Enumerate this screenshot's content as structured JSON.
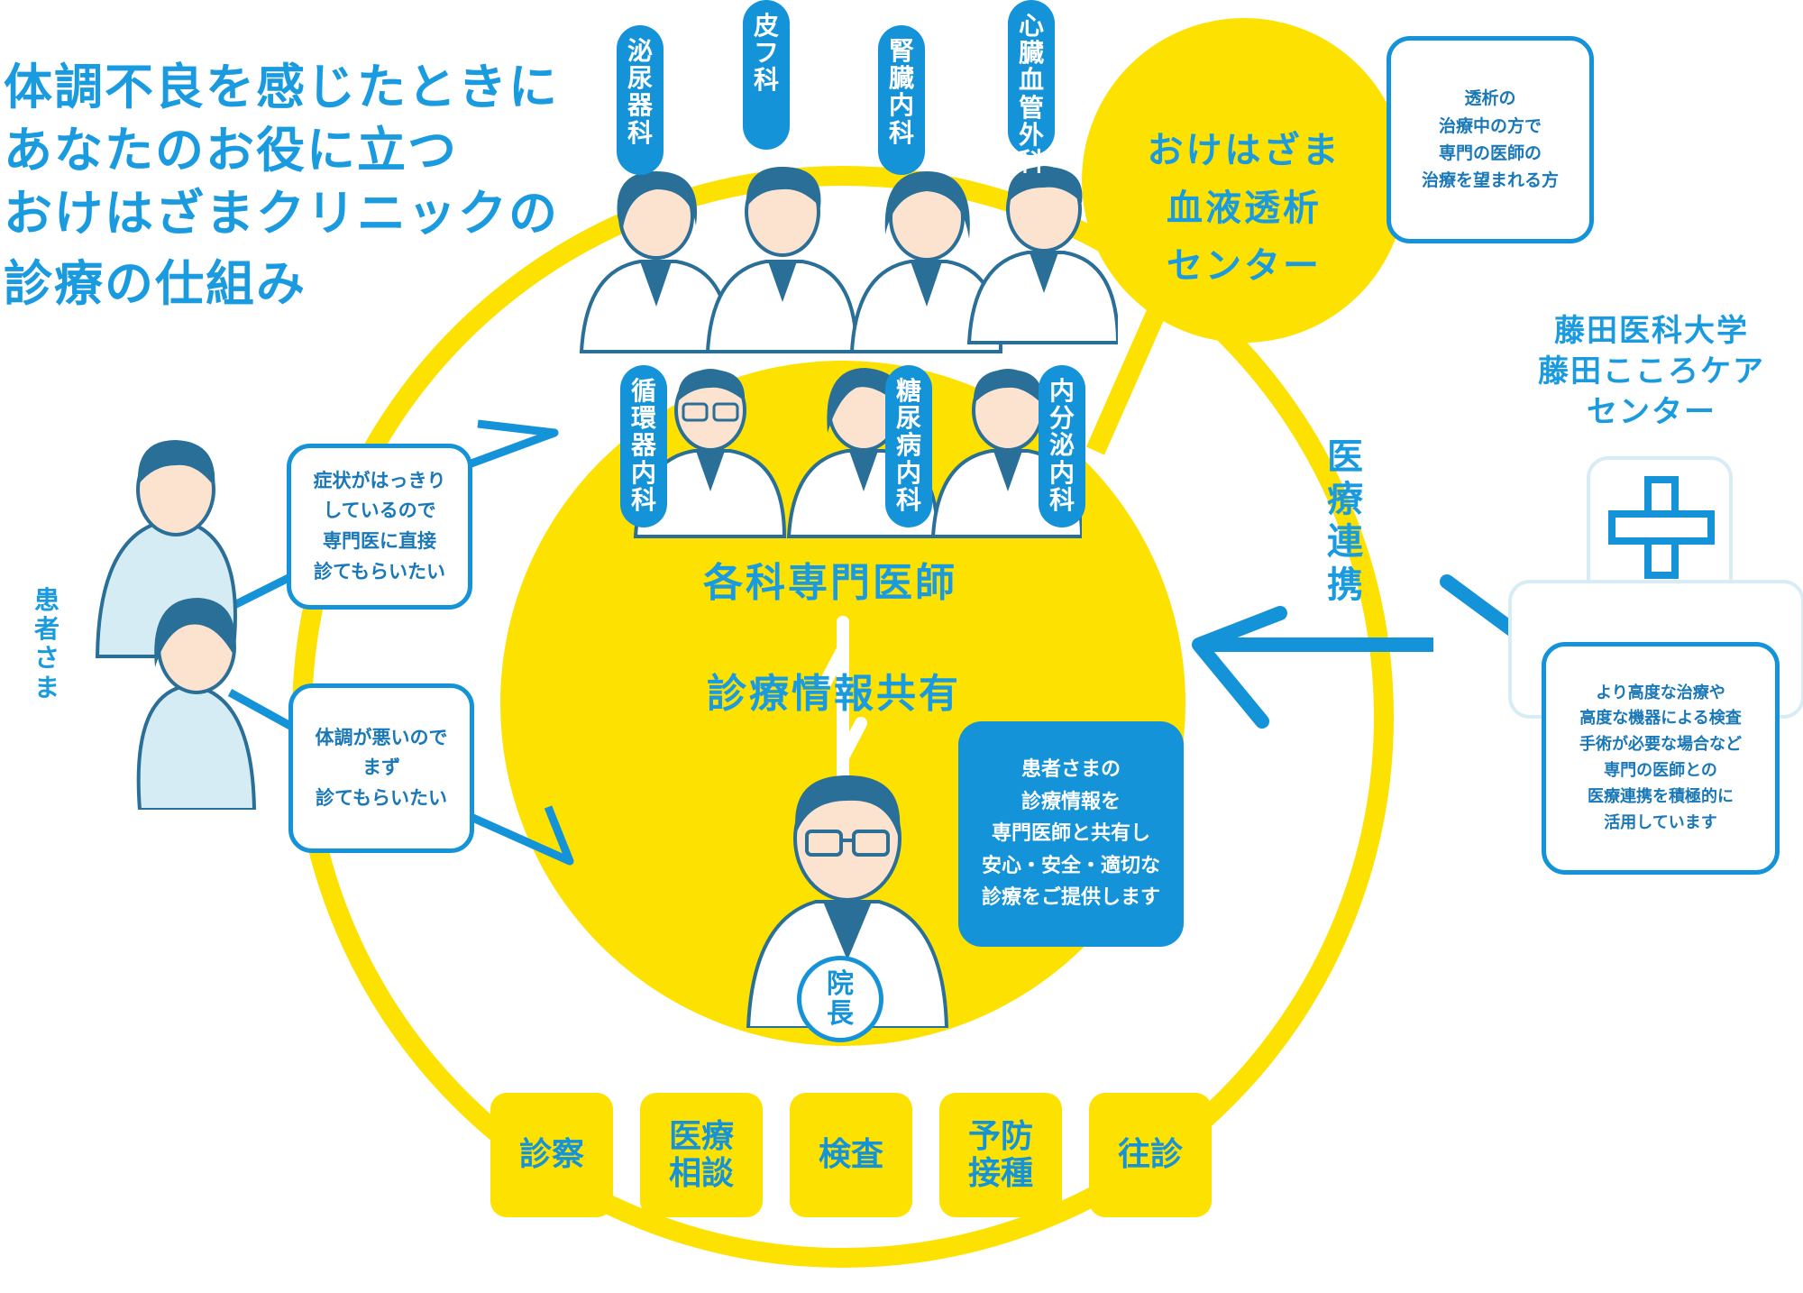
{
  "title_lines": [
    "体調不良を感じたときに",
    "あなたのお役に立つ",
    "おけはざまクリニックの",
    "診療の仕組み"
  ],
  "departments_top": [
    [
      "泌",
      "尿",
      "器",
      "科"
    ],
    [
      "皮",
      "フ",
      "科"
    ],
    [
      "腎",
      "臓",
      "内",
      "科"
    ],
    [
      "心",
      "臓",
      "血",
      "管",
      "外",
      "科"
    ]
  ],
  "departments_bottom": [
    [
      "循",
      "環",
      "器",
      "内",
      "科"
    ],
    [
      "糖",
      "尿",
      "病",
      "内",
      "科"
    ],
    [
      "内",
      "分",
      "泌",
      "内",
      "科"
    ]
  ],
  "specialists_label": "各科専門医師",
  "info_share_label": "診療情報共有",
  "director_badge": [
    "院",
    "長"
  ],
  "dialysis_center": [
    "おけはざま",
    "血液透析",
    "センター"
  ],
  "dialysis_note": [
    "透析の",
    "治療中の方で",
    "専門の医師の",
    "治療を望まれる方"
  ],
  "patients_label": [
    "患",
    "者",
    "さ",
    "ま"
  ],
  "bubble_specialist": [
    "症状がはっきり",
    "しているので",
    "専門医に直接",
    "診てもらいたい"
  ],
  "bubble_unwell": [
    "体調が悪いので",
    "まず",
    "診てもらいたい"
  ],
  "sharing_note": [
    "患者さまの",
    "診療情報を",
    "専門医師と共有し",
    "安心・安全・適切な",
    "診療をご提供します"
  ],
  "medical_cooperation": [
    "医",
    "療",
    "連",
    "携"
  ],
  "university": [
    "藤田医科大学",
    "藤田こころケア",
    "センター"
  ],
  "university_note": [
    "より高度な治療や",
    "高度な機器による検査",
    "手術が必要な場合など",
    "専門の医師との",
    "医療連携を積極的に",
    "活用しています"
  ],
  "services": [
    [
      "診察"
    ],
    [
      "医療",
      "相談"
    ],
    [
      "検査"
    ],
    [
      "予防",
      "接種"
    ],
    [
      "往診"
    ]
  ],
  "colors": {
    "blue": "#1593d8",
    "yellow": "#fde100",
    "light_blue_shirt": "#d6ecf5",
    "skin": "#fbe3d0",
    "hair": "#2a6f98"
  }
}
